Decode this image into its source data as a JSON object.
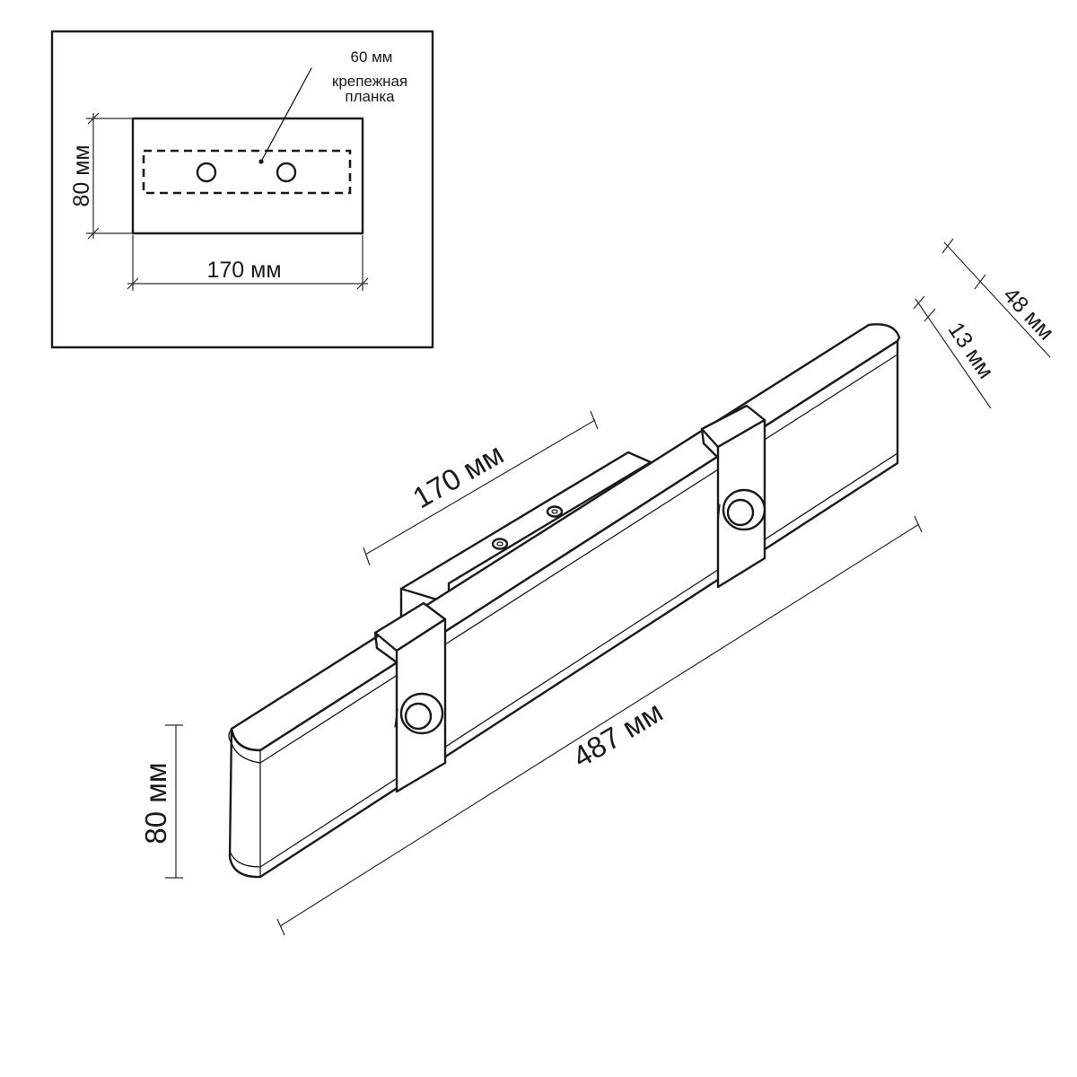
{
  "inset": {
    "point_label": "60 мм",
    "bracket_label_line1": "крепежная",
    "bracket_label_line2": "планка",
    "height_label": "80 мм",
    "width_label": "170 мм"
  },
  "iso": {
    "depth_total_label": "48 мм",
    "depth_front_label": "13 мм",
    "base_width_label": "170 мм",
    "length_label": "487 мм",
    "height_label": "80 мм"
  }
}
